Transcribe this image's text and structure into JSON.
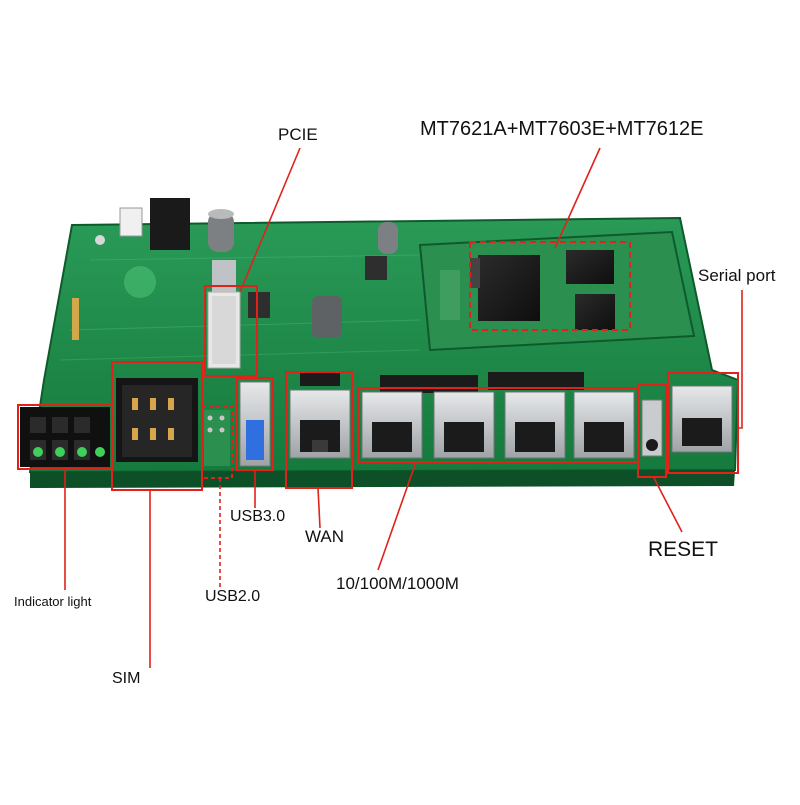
{
  "labels": {
    "pcie": "PCIE",
    "chipset": "MT7621A+MT7603E+MT7612E",
    "serial_port": "Serial port",
    "usb3": "USB3.0",
    "wan": "WAN",
    "reset": "RESET",
    "lan": "10/100M/1000M",
    "usb2": "USB2.0",
    "indicator_light": "Indicator light",
    "sim": "SIM"
  },
  "colors": {
    "background": "#ffffff",
    "pcb_green": "#1f8a4c",
    "pcb_dark": "#146b37",
    "callout_red": "#e0221b",
    "port_metal": "#c9ccce",
    "usb3_blue": "#2f6fe0",
    "text": "#111111"
  }
}
